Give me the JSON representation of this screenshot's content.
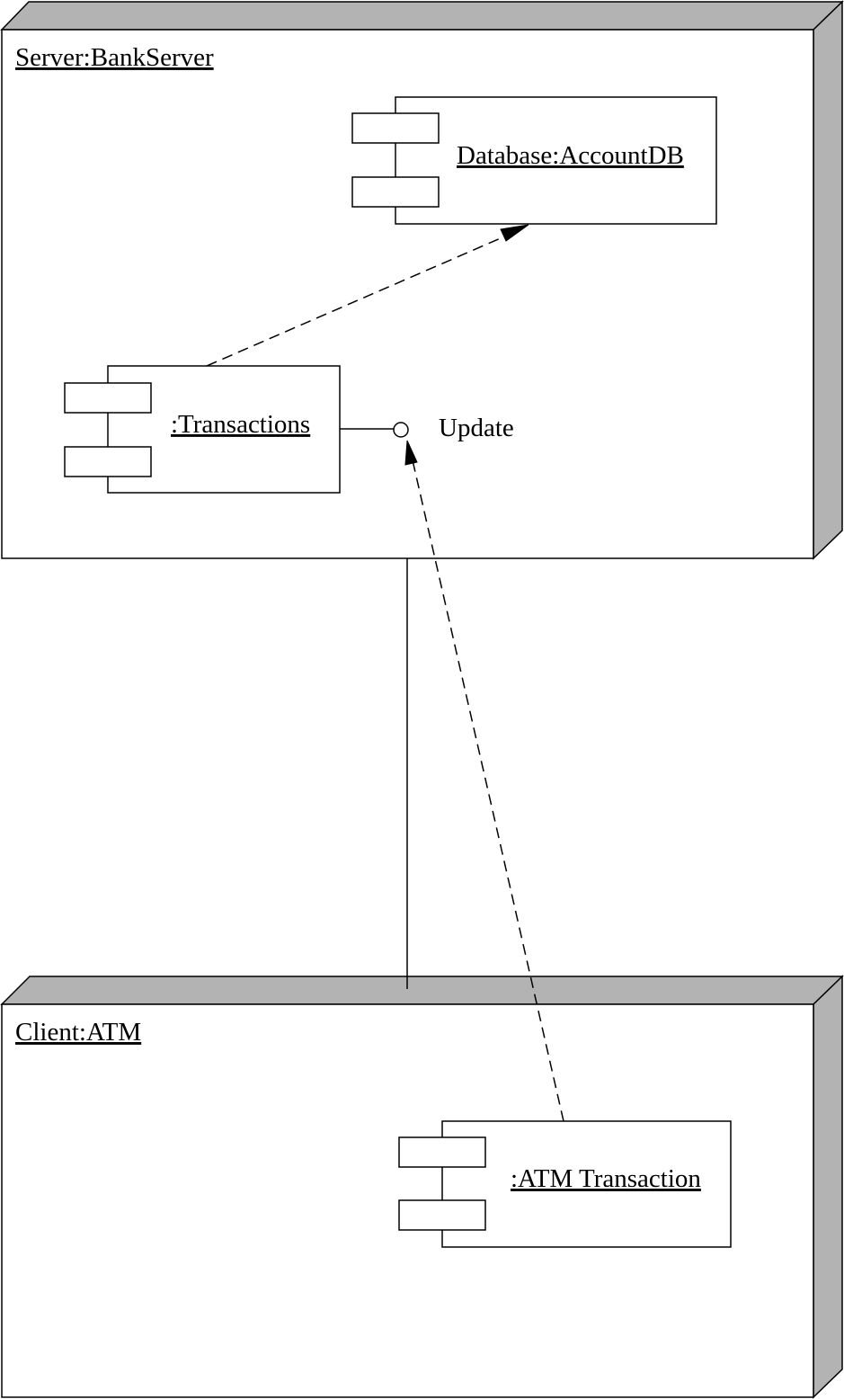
{
  "nodes": {
    "server": {
      "label": "Server:BankServer"
    },
    "client": {
      "label": "Client:ATM"
    }
  },
  "components": {
    "account_db": {
      "label": "Database:AccountDB"
    },
    "transactions": {
      "label": ":Transactions"
    },
    "atm_transaction": {
      "label": ":ATM Transaction"
    }
  },
  "interface": {
    "label": "Update"
  },
  "colors": {
    "line": "#000000",
    "node_face": "#ffffff",
    "node_shade": "#b3b3b3",
    "component_fill": "#ffffff"
  }
}
